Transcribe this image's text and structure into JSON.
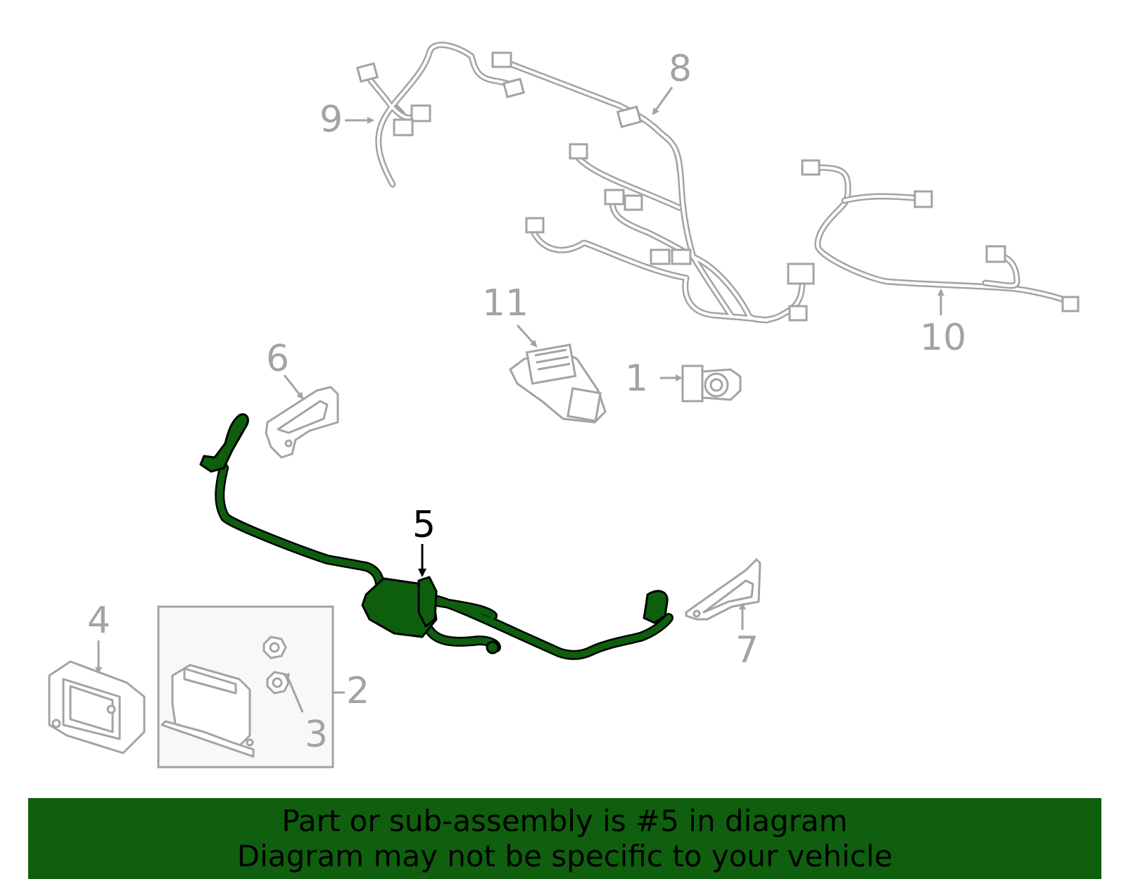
{
  "callouts": [
    {
      "id": "1",
      "label": "1",
      "highlighted": false
    },
    {
      "id": "2",
      "label": "2",
      "highlighted": false
    },
    {
      "id": "3",
      "label": "3",
      "highlighted": false
    },
    {
      "id": "4",
      "label": "4",
      "highlighted": false
    },
    {
      "id": "5",
      "label": "5",
      "highlighted": true
    },
    {
      "id": "6",
      "label": "6",
      "highlighted": false
    },
    {
      "id": "7",
      "label": "7",
      "highlighted": false
    },
    {
      "id": "8",
      "label": "8",
      "highlighted": false
    },
    {
      "id": "9",
      "label": "9",
      "highlighted": false
    },
    {
      "id": "10",
      "label": "10",
      "highlighted": false
    },
    {
      "id": "11",
      "label": "11",
      "highlighted": false
    }
  ],
  "caption": {
    "line1": "Part or sub-assembly is #5 in diagram",
    "line2": "Diagram may not be specific to your vehicle"
  },
  "colors": {
    "highlight_part": "#0d5e0d",
    "banner": "#0f5f0f",
    "part_outline": "#a3a3a3",
    "callout_text": "#a3a3a3",
    "highlight_text": "#000000",
    "group_box_fill": "#f8f8f8"
  }
}
